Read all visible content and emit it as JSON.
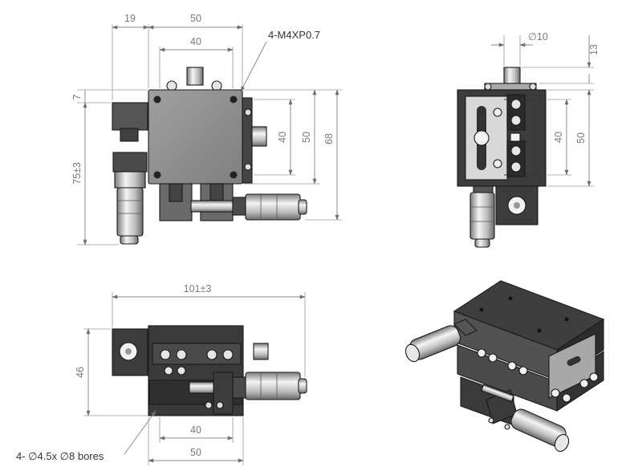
{
  "front_view": {
    "dim_offset": "19",
    "dim_top_width": "50",
    "dim_mid_width": "40",
    "dim_left_top": "7",
    "dim_left_height": "75±3",
    "dim_right_inner": "40",
    "dim_right_mid": "50",
    "dim_right_outer": "68",
    "thread_note": "4-M4XP0.7"
  },
  "side_view": {
    "dim_diameter": "∅10",
    "dim_top": "13",
    "dim_right_inner": "40",
    "dim_right_outer": "50"
  },
  "bottom_view": {
    "dim_overall": "101±3",
    "dim_height": "46",
    "dim_inner_width": "40",
    "dim_outer_width": "50",
    "bore_note": "4- ∅4.5x ∅8 bores"
  },
  "colors": {
    "body_dark": "#3c3c3c",
    "plate_gray": "#8f8f8f",
    "micrometer_light": "#e0e0e0",
    "dimension_gray": "#8c8c8c"
  }
}
